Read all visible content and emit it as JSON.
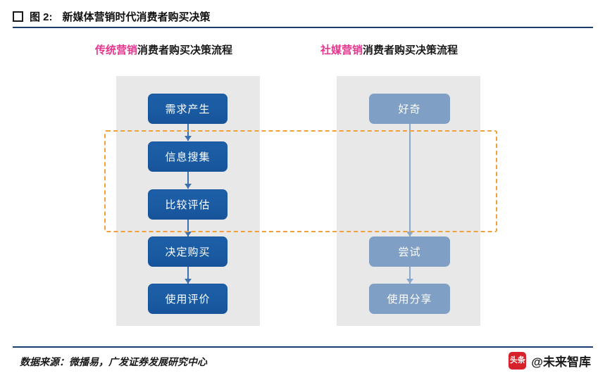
{
  "header": {
    "figure_label": "图 2:",
    "title": "新媒体营销时代消费者购买决策"
  },
  "columns": {
    "left": {
      "accent": "传统营销",
      "rest": "消费者购买决策流程"
    },
    "right": {
      "accent": "社媒营销",
      "rest": "消费者购买决策流程"
    }
  },
  "diagram": {
    "type": "flowchart",
    "left_flow": {
      "nodes": [
        {
          "label": "需求产生",
          "style": "dark"
        },
        {
          "label": "信息搜集",
          "style": "dark"
        },
        {
          "label": "比较评估",
          "style": "dark"
        },
        {
          "label": "决定购买",
          "style": "dark"
        },
        {
          "label": "使用评价",
          "style": "dark"
        }
      ]
    },
    "right_flow": {
      "nodes": [
        {
          "label": "好奇",
          "style": "lightblue"
        },
        {
          "label": "尝试",
          "style": "lightblue"
        },
        {
          "label": "使用分享",
          "style": "lightblue"
        }
      ]
    },
    "highlight_box": {
      "color": "#f0a03c",
      "style": "dashed"
    }
  },
  "footer": {
    "source": "数据来源：微播易，广发证券发展研究中心",
    "watermark_logo": "头条",
    "watermark_text": "@未来智库"
  },
  "colors": {
    "accent_pink": "#e8368f",
    "rule_navy": "#1b3d6e",
    "node_dark": "#17539a",
    "node_light": "#7f9fc4",
    "panel_grey": "#e8e8e8",
    "dash_orange": "#f0a03c"
  }
}
